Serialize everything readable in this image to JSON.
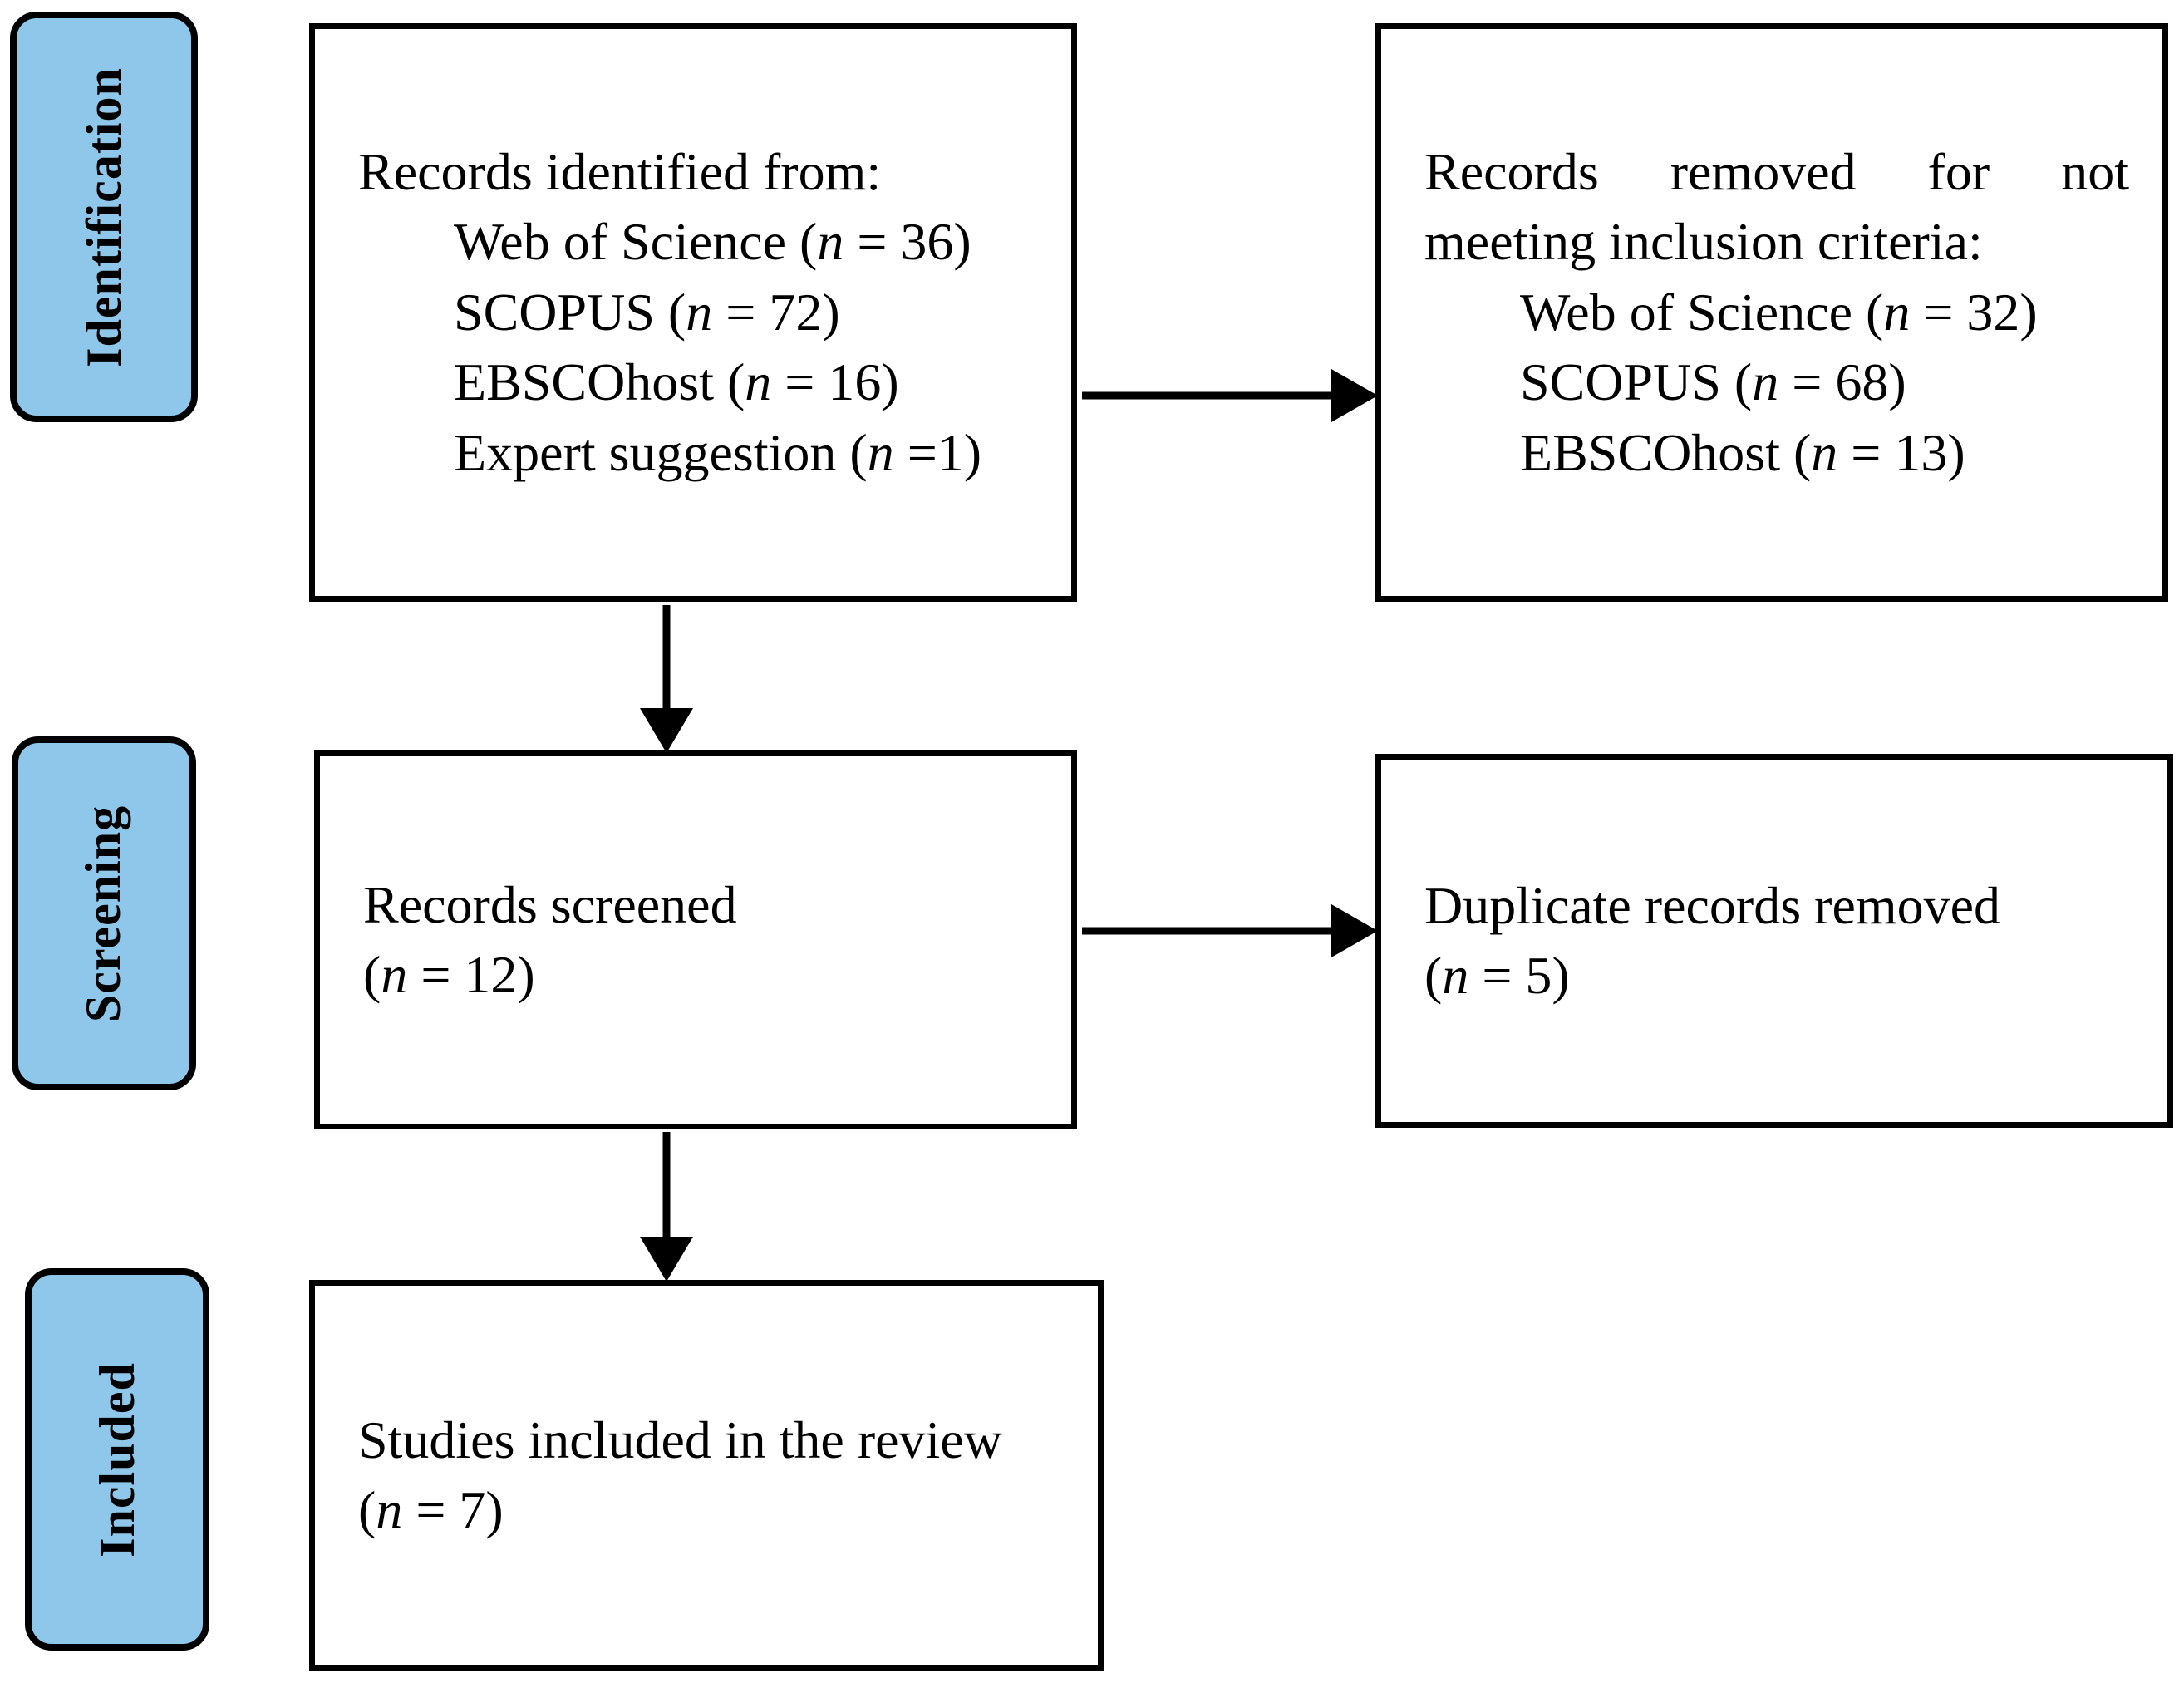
{
  "palette": {
    "background": "#ffffff",
    "stage_fill": "#8FC7EA",
    "box_fill": "#ffffff",
    "border_color": "#000000",
    "text_color": "#000000"
  },
  "stages": [
    {
      "label": "Identification"
    },
    {
      "label": "Screening"
    },
    {
      "label": "Included"
    }
  ],
  "boxes": {
    "identified": {
      "title": "Records identified from:",
      "items": [
        {
          "prefix": "Web of Science (",
          "var": "n",
          "suffix": " = 36)"
        },
        {
          "prefix": "SCOPUS (",
          "var": "n",
          "suffix": " = 72)"
        },
        {
          "prefix": "EBSCOhost (",
          "var": "n",
          "suffix": " = 16)"
        },
        {
          "prefix": "Expert suggestion (",
          "var": "n",
          "suffix": " =1)"
        }
      ]
    },
    "removed": {
      "title": "Records removed for not meeting inclusion criteria:",
      "items": [
        {
          "prefix": "Web of Science (",
          "var": "n",
          "suffix": " = 32)"
        },
        {
          "prefix": "SCOPUS (",
          "var": "n",
          "suffix": " = 68)"
        },
        {
          "prefix": "EBSCOhost (",
          "var": "n",
          "suffix": " = 13)"
        }
      ]
    },
    "screened": {
      "title": "Records screened",
      "count": {
        "prefix": "(",
        "var": "n",
        "suffix": " = 12)"
      }
    },
    "duplicates": {
      "title": "Duplicate records removed",
      "count": {
        "prefix": "(",
        "var": "n",
        "suffix": " = 5)"
      }
    },
    "included": {
      "title": "Studies included in the review",
      "count": {
        "prefix": "(",
        "var": "n",
        "suffix": " = 7)"
      }
    }
  },
  "flow": [
    {
      "from": "records-identified-box",
      "to": "records-removed-box"
    },
    {
      "from": "records-identified-box",
      "to": "records-screened-box"
    },
    {
      "from": "records-screened-box",
      "to": "duplicates-removed-box"
    },
    {
      "from": "records-screened-box",
      "to": "studies-included-box"
    }
  ]
}
